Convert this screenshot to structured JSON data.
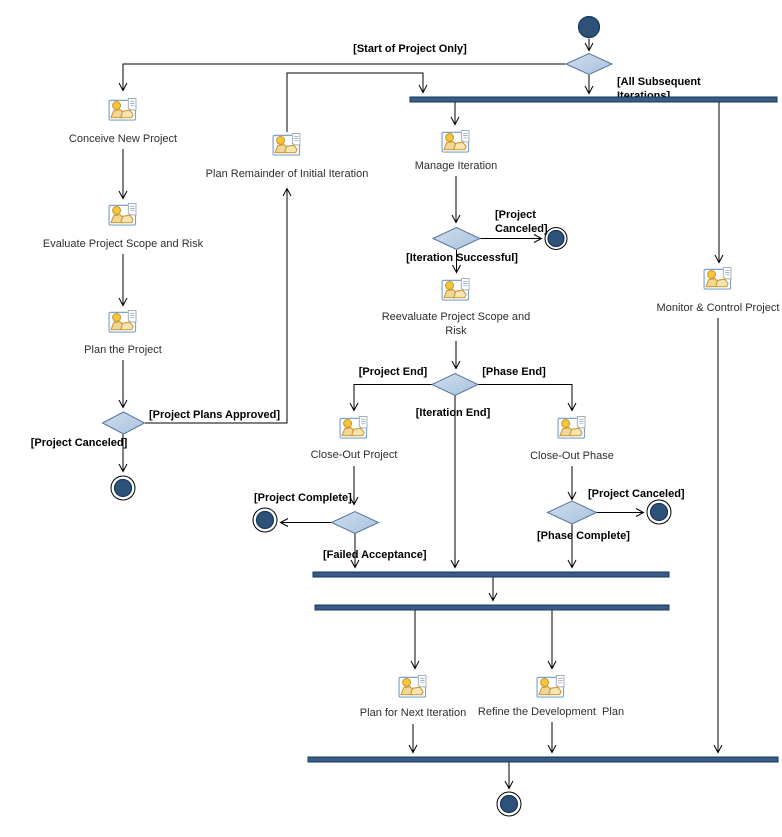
{
  "diagram": {
    "labels": {
      "start_only": "[Start of Project Only]",
      "all_subsequent_1": "[All Subsequent",
      "all_subsequent_2": "Iterations]",
      "conceive": "Conceive New Project",
      "evaluate": "Evaluate Project Scope and Risk",
      "plan_project": "Plan the Project",
      "plan_remainder": "Plan Remainder of Initial Iteration",
      "manage_iteration": "Manage Iteration",
      "monitor": "Monitor & Control Project",
      "project_canceled_mid_1": "[Project",
      "project_canceled_mid_2": "Canceled]",
      "iteration_successful": "[Iteration Successful]",
      "reevaluate_1": "Reevaluate Project Scope and",
      "reevaluate_2": "Risk",
      "project_end": "[Project End]",
      "phase_end": "[Phase End]",
      "iteration_end": "[Iteration End]",
      "close_out_project": "Close-Out Project",
      "close_out_phase": "Close-Out Phase",
      "plans_approved": "[Project Plans Approved]",
      "project_canceled_left": "[Project Canceled]",
      "project_complete": "[Project Complete]",
      "failed_acceptance": "[Failed Acceptance]",
      "project_canceled_phase": "[Project Canceled]",
      "phase_complete": "[Phase Complete]",
      "plan_next_iteration": "Plan for Next Iteration",
      "refine_dev_plan": "Refine the Development  Plan"
    },
    "colors": {
      "node_fill": "#2e5277",
      "node_border": "#17375e",
      "bar_fill": "#3a5c84",
      "bar_border": "#16365c",
      "decision_fill_light": "#cfdeee",
      "decision_fill_dark": "#a8c2dd",
      "decision_border": "#54759e",
      "edge": "#000000",
      "icon_person_yellow": "#f6c63a",
      "icon_tan": "#f1d795",
      "icon_border_blue": "#7ea2c8",
      "background": "#ffffff"
    }
  }
}
